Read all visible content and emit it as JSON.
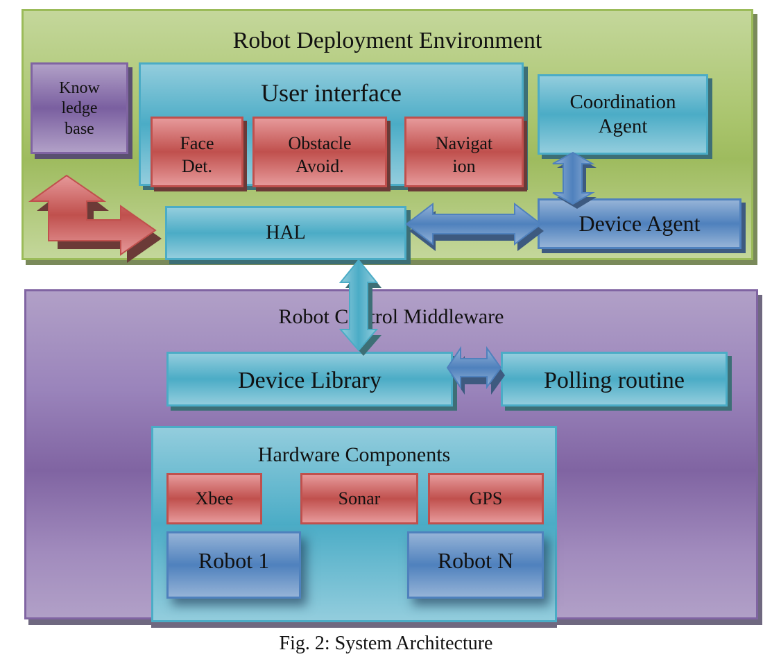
{
  "figure": {
    "caption": "Fig. 2: System Architecture"
  },
  "deployment_environment": {
    "title": "Robot Deployment Environment",
    "knowledge_base": {
      "lines": [
        "Know",
        "ledge",
        "base"
      ]
    },
    "user_interface": {
      "title": "User interface",
      "modules": [
        {
          "lines": [
            "Face",
            "Det."
          ]
        },
        {
          "lines": [
            "Obstacle",
            "Avoid."
          ]
        },
        {
          "lines": [
            "Navigat",
            "ion"
          ]
        }
      ]
    },
    "coordination_agent": {
      "lines": [
        "Coordination",
        "Agent"
      ]
    },
    "device_agent": {
      "label": "Device Agent"
    },
    "hal": {
      "label": "HAL"
    }
  },
  "control_middleware": {
    "title": "Robot Control Middleware",
    "device_library": {
      "label": "Device Library"
    },
    "polling_routine": {
      "label": "Polling routine"
    },
    "hardware_components": {
      "title": "Hardware Components",
      "devices": [
        "Xbee",
        "Sonar",
        "GPS"
      ],
      "robots": [
        "Robot 1",
        "Robot N"
      ]
    }
  },
  "connections": [
    {
      "from": "Knowledge base",
      "to": "HAL",
      "type": "bidirectional",
      "color": "#c0504d"
    },
    {
      "from": "HAL",
      "to": "Device Agent",
      "type": "bidirectional",
      "color": "#4f81bd"
    },
    {
      "from": "Coordination Agent",
      "to": "Device Agent",
      "type": "bidirectional",
      "color": "#4f81bd"
    },
    {
      "from": "HAL",
      "to": "Device Library",
      "type": "bidirectional",
      "color": "#4bacc6"
    },
    {
      "from": "Device Library",
      "to": "Polling routine",
      "type": "bidirectional",
      "color": "#4f81bd"
    }
  ],
  "colors": {
    "deployment_green": "#9bbb59",
    "middleware_purple": "#8064a2",
    "teal": "#4bacc6",
    "red": "#c0504d",
    "blue": "#4f81bd"
  }
}
